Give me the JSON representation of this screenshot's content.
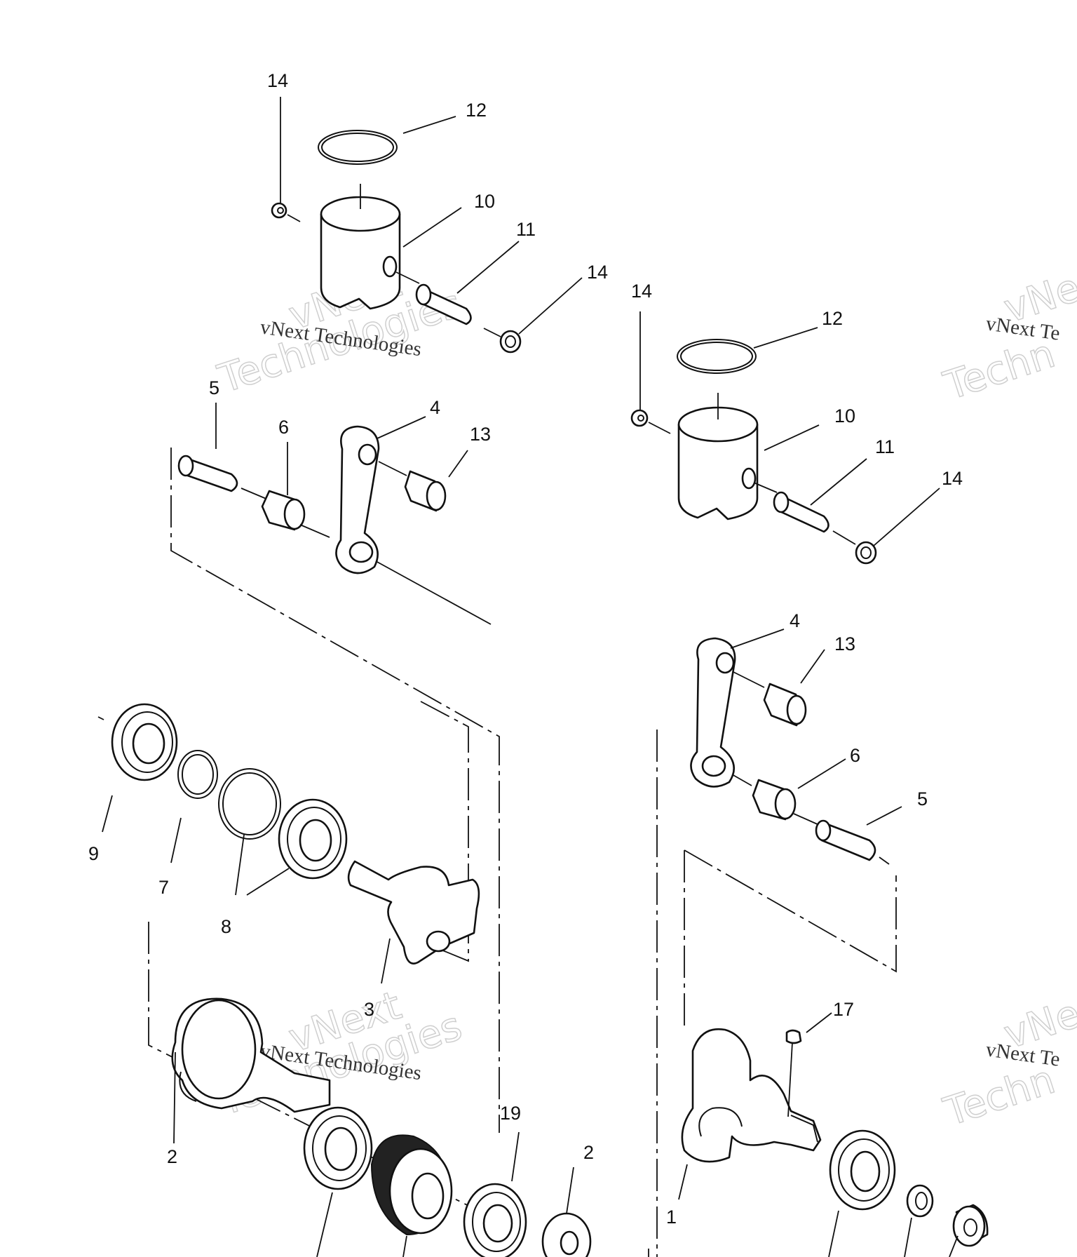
{
  "labels": {
    "l14a": "14",
    "l12a": "12",
    "l10a": "10",
    "l11a": "11",
    "l14b": "14",
    "l5a": "5",
    "l6a": "6",
    "l4a": "4",
    "l13a": "13",
    "l14c": "14",
    "l12b": "12",
    "l10b": "10",
    "l11b": "11",
    "l14d": "14",
    "l4b": "4",
    "l13b": "13",
    "l6b": "6",
    "l5b": "5",
    "l9": "9",
    "l7": "7",
    "l8": "8",
    "l3": "3",
    "l17": "17",
    "l2a": "2",
    "l19": "19",
    "l2b": "2",
    "l1": "1"
  },
  "watermark": {
    "line1": "vNext Technologies",
    "big1": "vNext",
    "big2": "Technologies",
    "right_line1": "vNext Te",
    "right_big1": "vNe",
    "right_big2": "Techn"
  }
}
